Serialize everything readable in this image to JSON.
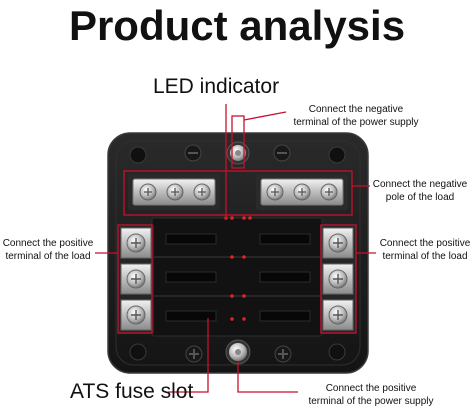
{
  "title": "Product analysis",
  "callouts": {
    "led": "LED indicator",
    "ats": "ATS fuse slot",
    "neg_supply_1": "Connect the negative",
    "neg_supply_2": "terminal of the power supply",
    "neg_load_1": "Connect the negative",
    "neg_load_2": "pole of the load",
    "pos_load_left_1": "Connect the positive",
    "pos_load_left_2": "terminal of the load",
    "pos_load_right_1": "Connect the positive",
    "pos_load_right_2": "terminal of the load",
    "pos_supply_1": "Connect the positive",
    "pos_supply_2": "terminal of the power supply"
  },
  "colors": {
    "callout": "#c8102e",
    "body": "#1c1c1c",
    "body_edge": "#2d2d2d",
    "metal": "#c9c9c9",
    "led": "#e0241e"
  },
  "icons": {
    "minus": "minus-sign-icon",
    "plus": "plus-sign-icon"
  }
}
